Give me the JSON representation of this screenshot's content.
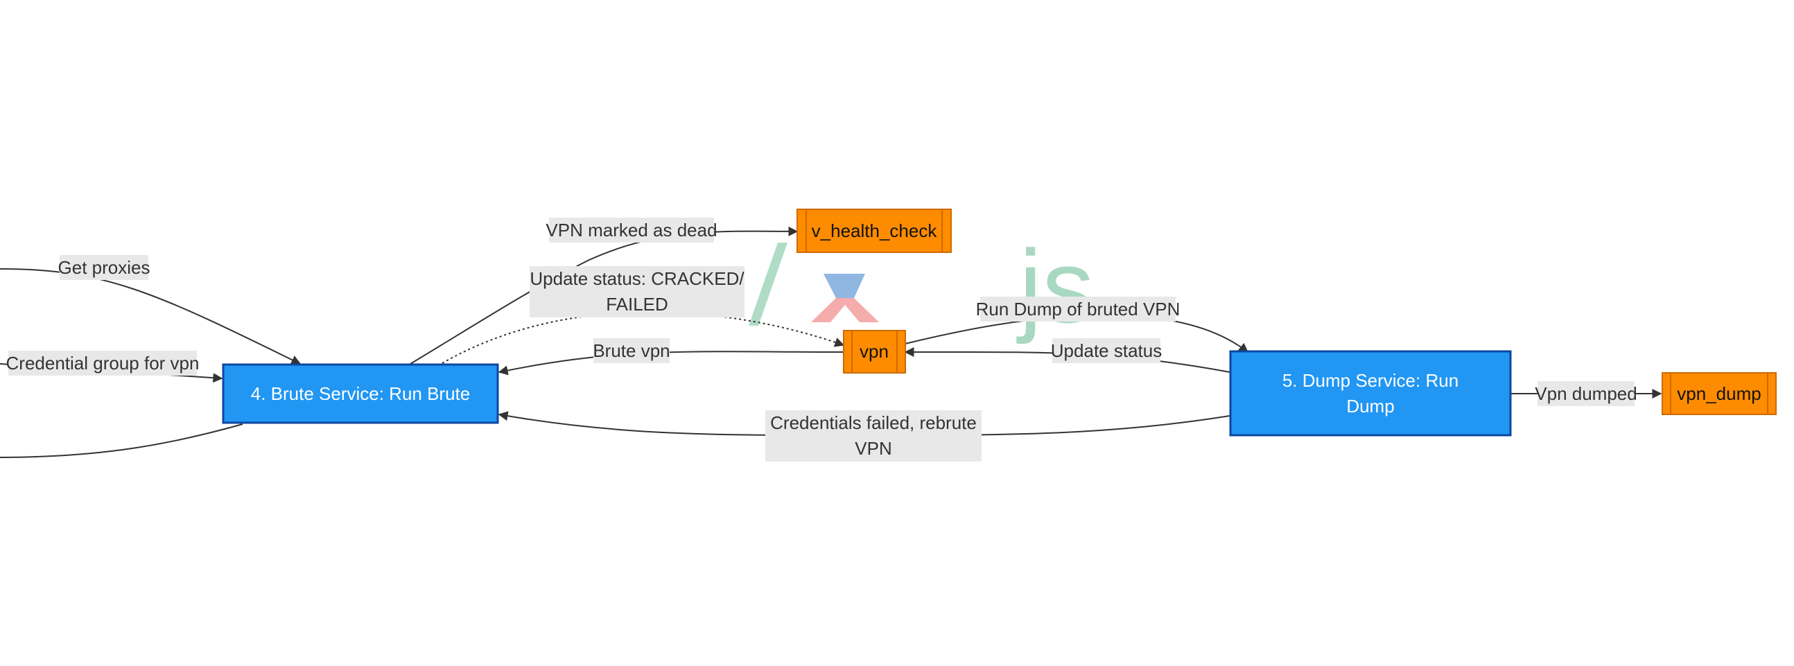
{
  "nodes": {
    "brute_service": {
      "label": "4. Brute Service: Run Brute"
    },
    "dump_service": {
      "line1": "5. Dump Service: Run",
      "line2": "Dump"
    },
    "v_health_check": {
      "label": "v_health_check"
    },
    "vpn": {
      "label": "vpn"
    },
    "vpn_dump": {
      "label": "vpn_dump"
    }
  },
  "edges": {
    "get_proxies": "Get proxies",
    "credential_group": "Credential group for vpn",
    "vpn_marked_dead": "VPN marked as dead",
    "update_status_cracked": {
      "line1": "Update status: CRACKED/",
      "line2": "FAILED"
    },
    "brute_vpn": "Brute vpn",
    "run_dump": "Run Dump of bruted VPN",
    "update_status": "Update status",
    "credentials_failed": {
      "line1": "Credentials failed, rebrute",
      "line2": "VPN"
    },
    "vpn_dumped": "Vpn dumped"
  },
  "watermark": {
    "text": "js"
  },
  "colors": {
    "service_fill": "#2196f3",
    "service_stroke": "#0d47a1",
    "queue_fill": "#ff8c00",
    "edge": "#333333",
    "label_bg": "#e8e8e8"
  }
}
